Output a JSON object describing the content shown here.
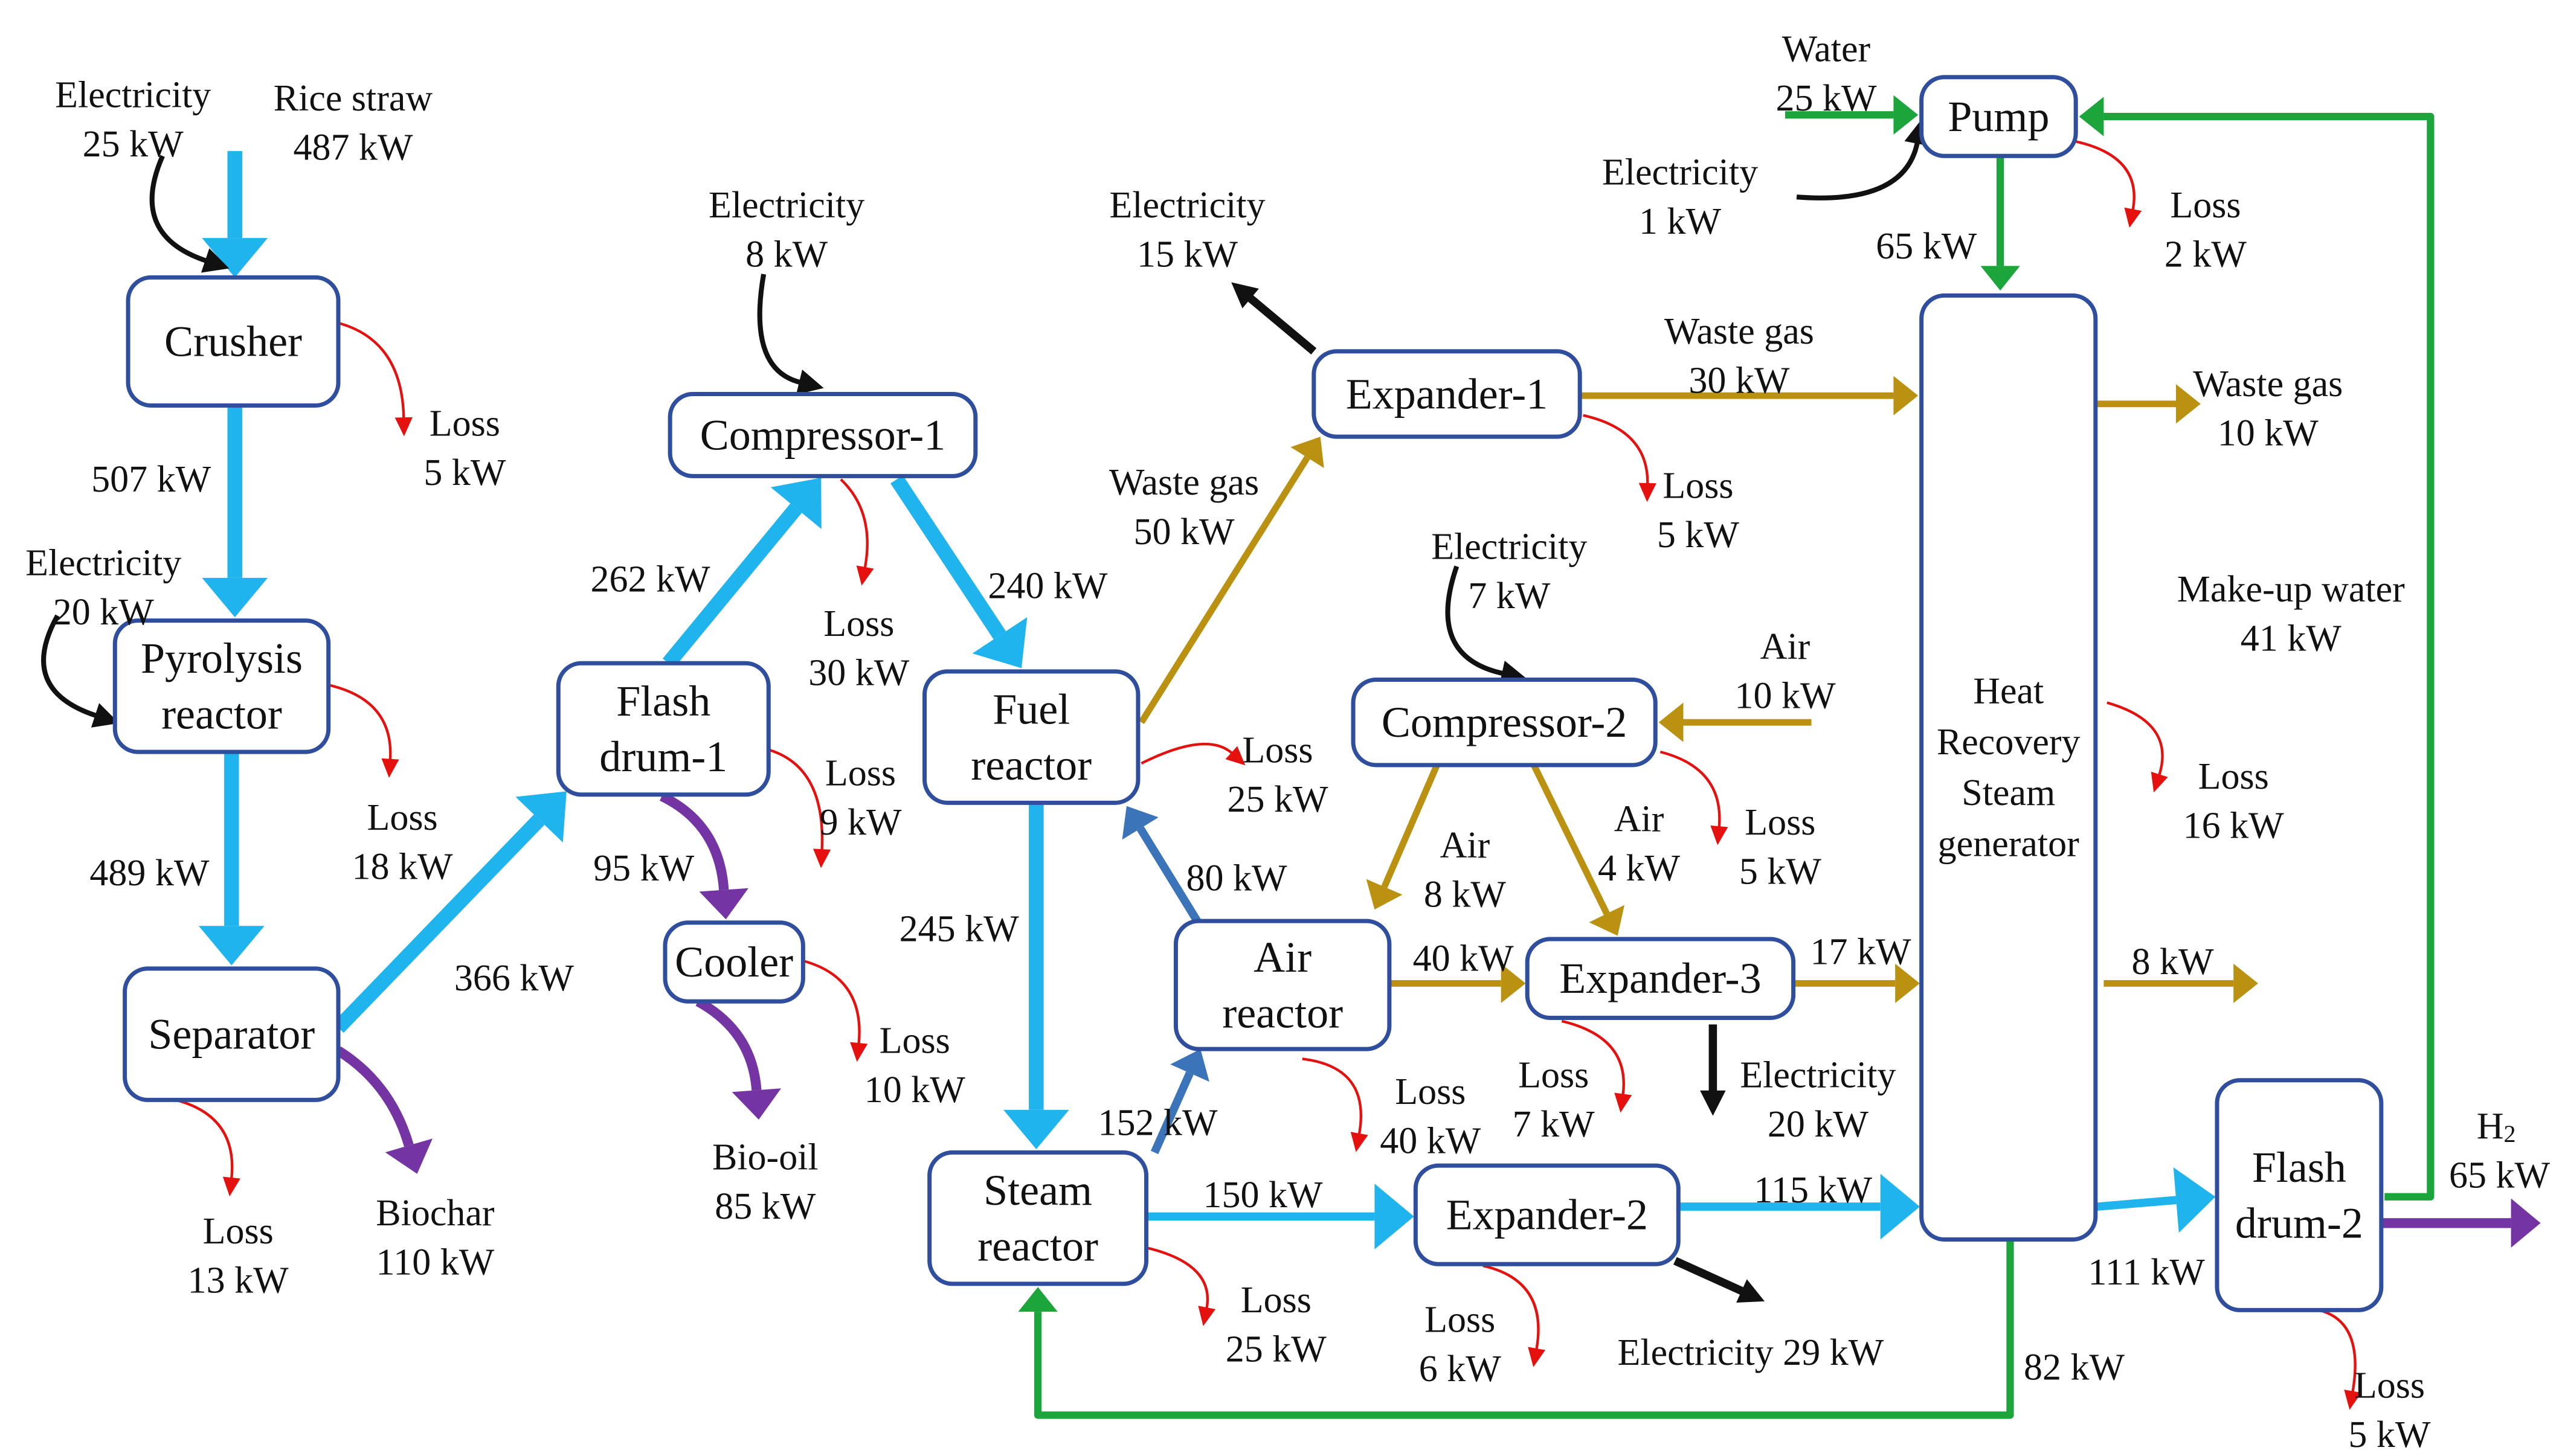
{
  "colors": {
    "hydrocarbon_stream": "#1fb4ee",
    "syngas_stream": "#3b74b8",
    "oil_char_stream": "#7434a4",
    "gas_stream": "#bb9112",
    "water_stream": "#1ca53a",
    "electricity_stream": "#111111",
    "loss_stream": "#e5110f",
    "node_border": "#2f4e9e"
  },
  "nodes": {
    "crusher": [
      "Crusher"
    ],
    "pyrolysis": [
      "Pyrolysis",
      "reactor"
    ],
    "separator": [
      "Separator"
    ],
    "flash1": [
      "Flash",
      "drum-1"
    ],
    "cooler": [
      "Cooler"
    ],
    "compressor1": [
      "Compressor-1"
    ],
    "fuel_reactor": [
      "Fuel",
      "reactor"
    ],
    "steam_reactor": [
      "Steam",
      "reactor"
    ],
    "air_reactor": [
      "Air",
      "reactor"
    ],
    "expander1": [
      "Expander-1"
    ],
    "compressor2": [
      "Compressor-2"
    ],
    "expander3": [
      "Expander-3"
    ],
    "expander2": [
      "Expander-2"
    ],
    "pump": [
      "Pump"
    ],
    "hrsg": [
      "Heat",
      "Recovery",
      "Steam",
      "generator"
    ],
    "flash2": [
      "Flash",
      "drum-2"
    ]
  },
  "labels": {
    "elec_crusher": [
      "Electricity",
      "25 kW"
    ],
    "rice_straw": [
      "Rice straw",
      "487 kW"
    ],
    "loss_crusher": [
      "Loss",
      "5 kW"
    ],
    "crusher_out": [
      "507 kW"
    ],
    "elec_pyrolysis": [
      "Electricity",
      "20 kW"
    ],
    "loss_pyrolysis": [
      "Loss",
      "18 kW"
    ],
    "pyrolysis_out": [
      "489 kW"
    ],
    "loss_separator": [
      "Loss",
      "13 kW"
    ],
    "biochar": [
      "Biochar",
      "110 kW"
    ],
    "separator_out": [
      "366 kW"
    ],
    "flash1_top": [
      "262 kW"
    ],
    "loss_flash1": [
      "Loss",
      "9 kW"
    ],
    "flash1_bottom": [
      "95 kW"
    ],
    "loss_cooler": [
      "Loss",
      "10 kW"
    ],
    "bio_oil": [
      "Bio-oil",
      "85 kW"
    ],
    "elec_compressor1": [
      "Electricity",
      "8 kW"
    ],
    "loss_compressor1": [
      "Loss",
      "30 kW"
    ],
    "compressor1_out": [
      "240 kW"
    ],
    "loss_fuel_reactor": [
      "Loss",
      "25 kW"
    ],
    "fuel_to_steam": [
      "245 kW"
    ],
    "waste_gas_50": [
      "Waste gas",
      "50 kW"
    ],
    "elec_expander1": [
      "Electricity",
      "15 kW"
    ],
    "waste_gas_30": [
      "Waste gas",
      "30 kW"
    ],
    "loss_expander1": [
      "Loss",
      "5 kW"
    ],
    "air_to_fuel": [
      "80 kW"
    ],
    "steam_to_air": [
      "152 kW"
    ],
    "steam_to_exp2": [
      "150 kW"
    ],
    "loss_steam_reactor": [
      "Loss",
      "25 kW"
    ],
    "loss_air_reactor": [
      "Loss",
      "40 kW"
    ],
    "air_to_exp3": [
      "40 kW"
    ],
    "elec_compressor2": [
      "Electricity",
      "7 kW"
    ],
    "air_in": [
      "Air",
      "10 kW"
    ],
    "loss_compressor2": [
      "Loss",
      "5 kW"
    ],
    "air_8": [
      "Air",
      "8 kW"
    ],
    "air_4": [
      "Air",
      "4 kW"
    ],
    "loss_expander3": [
      "Loss",
      "7 kW"
    ],
    "exp3_out": [
      "17 kW"
    ],
    "elec_expander3": [
      "Electricity",
      "20 kW"
    ],
    "exp2_out": [
      "115 kW"
    ],
    "loss_expander2": [
      "Loss",
      "6 kW"
    ],
    "elec_expander2": [
      "Electricity 29 kW"
    ],
    "water_in": [
      "Water",
      "25 kW"
    ],
    "elec_pump": [
      "Electricity",
      "1 kW"
    ],
    "pump_out": [
      "65 kW"
    ],
    "loss_pump": [
      "Loss",
      "2 kW"
    ],
    "waste_gas_10": [
      "Waste gas",
      "10 kW"
    ],
    "makeup_water": [
      "Make-up water",
      "41 kW"
    ],
    "loss_hrsg": [
      "Loss",
      "16 kW"
    ],
    "hrsg_out_8": [
      "8 kW"
    ],
    "hrsg_to_flash2": [
      "111 kW"
    ],
    "hrsg_to_steam": [
      "82 kW"
    ],
    "loss_flash2": [
      "Loss",
      "5 kW"
    ]
  },
  "h2_label": {
    "symbol": "H",
    "subscript": "2",
    "value": "65 kW"
  }
}
